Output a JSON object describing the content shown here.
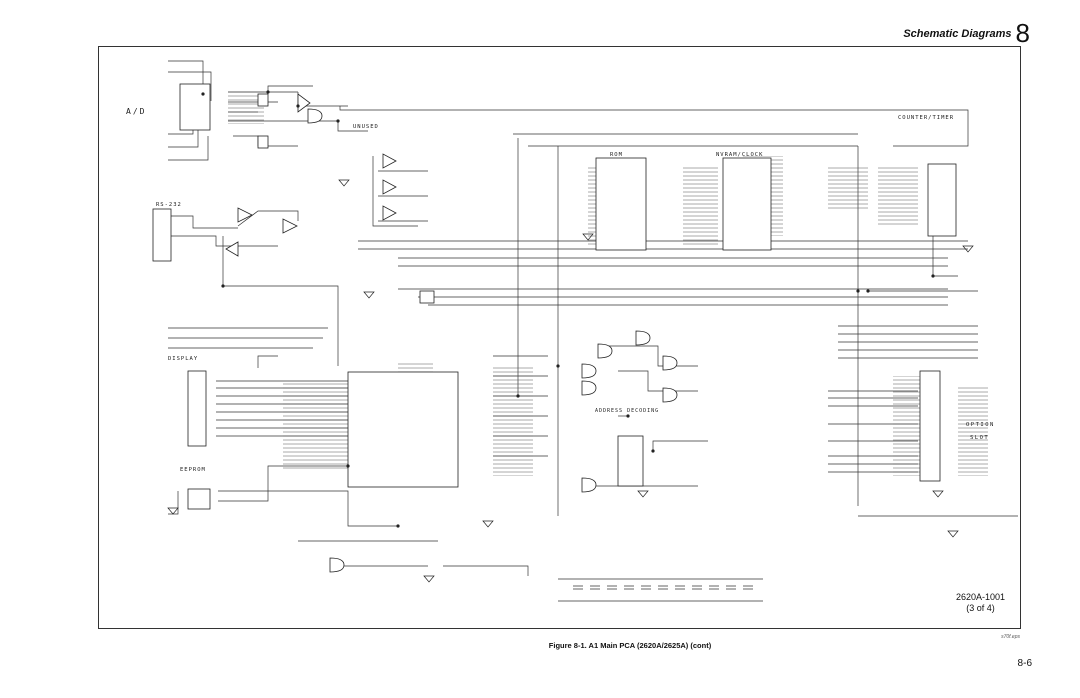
{
  "header": {
    "title": "Schematic Diagrams",
    "section_number": "8"
  },
  "blocks": {
    "ad": "A/D",
    "unused": "UNUSED",
    "counter_timer": "COUNTER/TIMER",
    "rs232": "RS-232",
    "rom": "ROM",
    "nvram": "NVRAM/CLOCK",
    "display": "DISPLAY",
    "eeprom": "EEPROM",
    "address_decoding": "ADDRESS DECODING",
    "option_slot": [
      "OPTION",
      "SLOT"
    ]
  },
  "part_number": "2620A-1001",
  "sheet": "(3 of 4)",
  "source_id": "s70f.eps",
  "caption": "Figure 8-1. A1 Main PCA (2620A/2625A) (cont)",
  "page_number": "8-6"
}
